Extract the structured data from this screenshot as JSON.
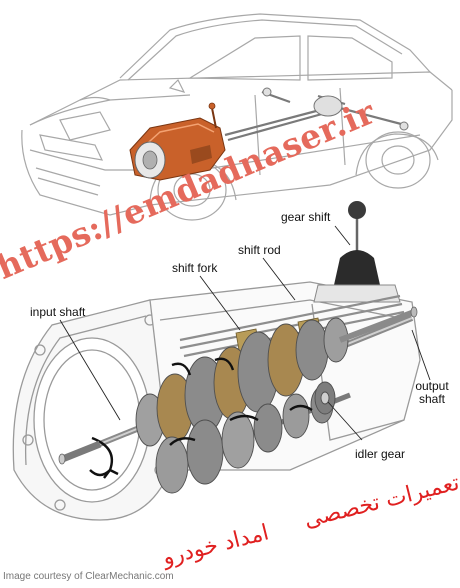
{
  "labels": {
    "gear_shift": "gear shift",
    "shift_rod": "shift rod",
    "shift_fork": "shift fork",
    "input_shaft": "input shaft",
    "output_shaft_line1": "output",
    "output_shaft_line2": "shaft",
    "idler_gear": "idler gear"
  },
  "watermark": {
    "url": "https://emdadnaser.ir",
    "persian_line1": "تعمیرات تخصصی",
    "persian_line2": "امداد خودرو"
  },
  "credit": "Image courtesy of ClearMechanic.com",
  "colors": {
    "watermark_url": "#e56a5c",
    "watermark_fa": "#e02020",
    "transmission_highlight": "#c9612a",
    "line_art": "#9a9a9a",
    "gear_metal": "#8b8b8b",
    "gear_bronze": "#a88850"
  }
}
